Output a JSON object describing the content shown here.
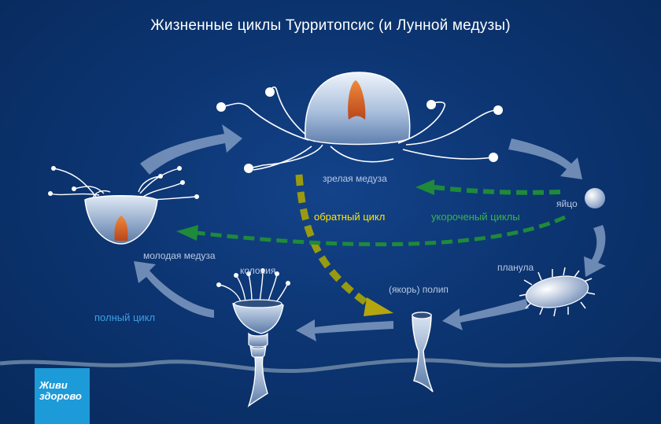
{
  "title": "Жизненные циклы Турритопсис (и Лунной медузы)",
  "labels": {
    "mature_medusa": "зрелая медуза",
    "egg": "яйцо",
    "planula": "планула",
    "polyp": "(якорь) полип",
    "colony": "колония",
    "young_medusa": "молодая медуза"
  },
  "cycles": {
    "reverse": "обратный цикл",
    "shortened": "укороченый циклы",
    "full": "полный цикл"
  },
  "logo": {
    "line1": "Живи",
    "line2": "здорово"
  },
  "colors": {
    "background": "#0c3572",
    "reverse_cycle": "#9a9a10",
    "shortened_cycle": "#1e8a3a",
    "full_cycle": "#3ea0e6",
    "arrow": "#8fa8cc",
    "logo": "#1d9ad8"
  }
}
